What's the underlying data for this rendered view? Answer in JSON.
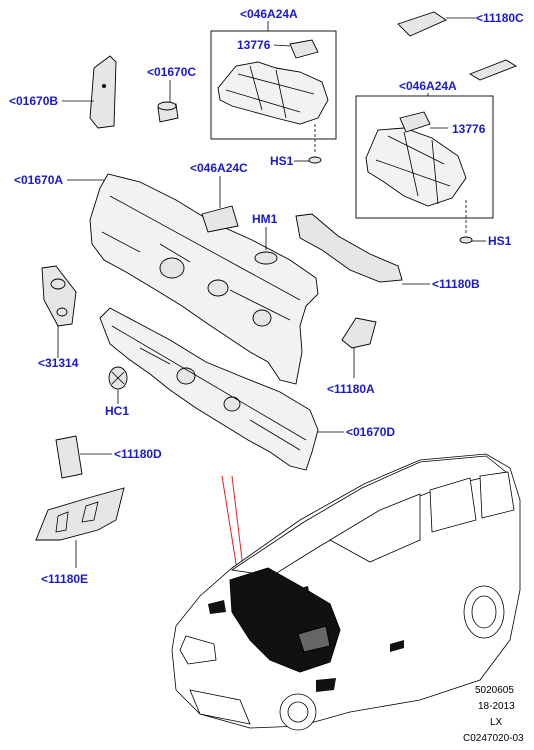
{
  "callouts": {
    "c046A24A_top": "<046A24A",
    "c13776_top": "13776",
    "c11180C": "<11180C",
    "c01670C": "<01670C",
    "c01670B": "<01670B",
    "c046A24A_right": "<046A24A",
    "c13776_right": "13776",
    "cHS1_left": "HS1",
    "c01670A": "<01670A",
    "c046A24C": "<046A24C",
    "cHM1": "HM1",
    "cHS1_right": "HS1",
    "c11180B": "<11180B",
    "c31314": "<31314",
    "c11180A": "<11180A",
    "cHC1": "HC1",
    "c01670D": "<01670D",
    "c11180D": "<11180D",
    "c11180E": "<11180E"
  },
  "footer": {
    "line1": "5020605",
    "line2": "18-2013",
    "line3": "LX",
    "line4": "C0247020-03"
  },
  "colors": {
    "callout_text": "#1a1acc",
    "highlight_line": "#e02020",
    "outline": "#000000"
  }
}
